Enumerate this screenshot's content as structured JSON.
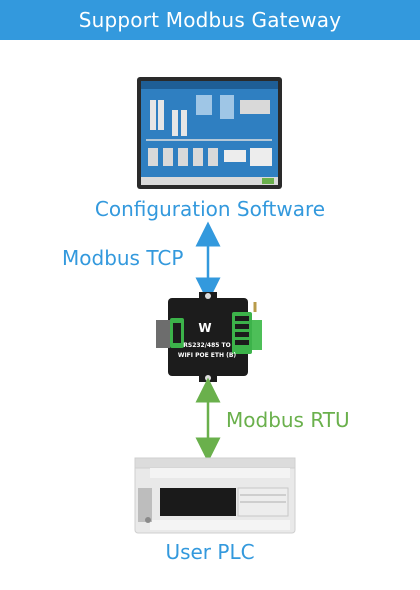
{
  "header": {
    "title": "Support Modbus Gateway"
  },
  "nodes": {
    "software": {
      "label": "Configuration Software"
    },
    "gateway": {
      "logo_text": "W",
      "model_line1": "RS232/485 TO",
      "model_line2": "WIFI POE ETH (B)"
    },
    "plc": {
      "label": "User PLC"
    }
  },
  "links": {
    "top": {
      "label": "Modbus TCP",
      "color": "#3399dd"
    },
    "bottom": {
      "label": "Modbus RTU",
      "color": "#6ab04c"
    }
  },
  "colors": {
    "header_bg": "#3399dd",
    "label_blue": "#3399dd",
    "label_green": "#6ab04c"
  }
}
